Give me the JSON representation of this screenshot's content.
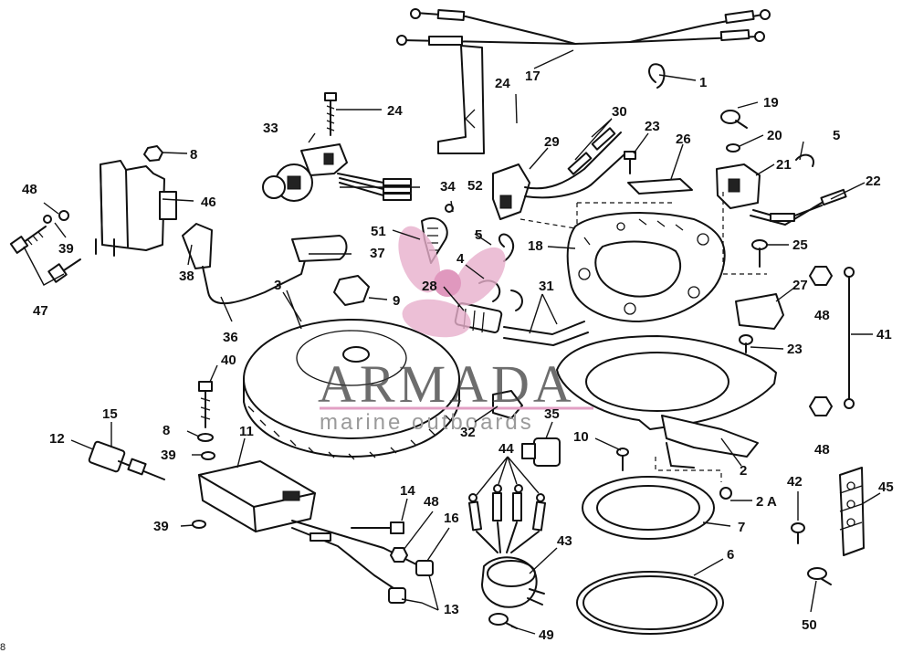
{
  "labels": {
    "n1": "1",
    "n2": "2",
    "n2a": "2 A",
    "n3": "3",
    "n4": "4",
    "n5a": "5",
    "n5b": "5",
    "n6": "6",
    "n7": "7",
    "n8a": "8",
    "n8b": "8",
    "n9": "9",
    "n10": "10",
    "n11": "11",
    "n12": "12",
    "n13": "13",
    "n14": "14",
    "n15": "15",
    "n16": "16",
    "n17": "17",
    "n18": "18",
    "n19": "19",
    "n20": "20",
    "n21": "21",
    "n22": "22",
    "n23a": "23",
    "n23b": "23",
    "n24a": "24",
    "n24b": "24",
    "n25": "25",
    "n26": "26",
    "n27": "27",
    "n28": "28",
    "n29": "29",
    "n30": "30",
    "n31": "31",
    "n32": "32",
    "n33": "33",
    "n34": "34",
    "n35": "35",
    "n36": "36",
    "n37": "37",
    "n38": "38",
    "n39a": "39",
    "n39b": "39",
    "n39c": "39",
    "n40": "40",
    "n41": "41",
    "n42": "42",
    "n43": "43",
    "n44": "44",
    "n45": "45",
    "n46": "46",
    "n47": "47",
    "n48a": "48",
    "n48b": "48",
    "n48c": "48",
    "n48d": "48",
    "n49": "49",
    "n50": "50",
    "n51": "51",
    "n52": "52",
    "corner": "8"
  },
  "watermark": {
    "brand": "ARMADA",
    "tagline": "marine outboards",
    "logo_color": "#e2a0c4",
    "text_color": "#3c3c3c"
  }
}
